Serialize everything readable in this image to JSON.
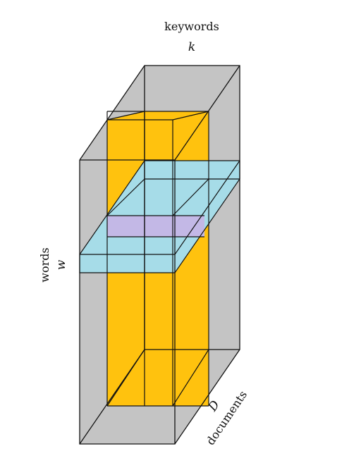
{
  "labels": {
    "keywords": "keywords",
    "k": "k",
    "words": "words",
    "w": "w",
    "documents": "documents",
    "D": "D"
  },
  "colors": {
    "box_fill": "#c4c4c4",
    "slab_fill": "#ffc20e",
    "plane_fill": "#a6dce8",
    "intersection_fill": "#c3b8e6",
    "line": "#111111"
  }
}
